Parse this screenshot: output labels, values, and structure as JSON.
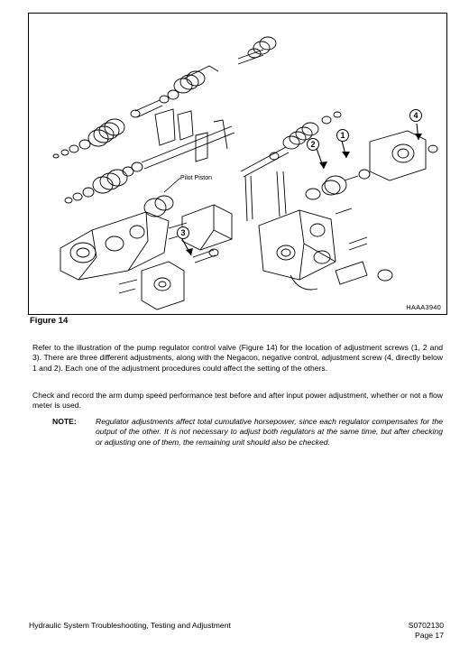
{
  "figure": {
    "code": "HAAA3940",
    "pilot_piston_label": "Pilot Piston",
    "callouts": [
      "1",
      "2",
      "3",
      "4"
    ],
    "caption": "Figure 14"
  },
  "body": {
    "paragraph_1": "Refer to the illustration of the pump regulator control valve (Figure 14) for the location of adjustment screws (1, 2 and 3). There are three different adjustments, along with the Negacon, negative control, adjustment screw (4, directly below 1 and 2). Each one of the adjustment procedures could affect the setting of the others.",
    "paragraph_2": "Check and record the arm dump speed performance test before and after input power adjustment, whether or not a flow meter is used.",
    "note_label": "NOTE:",
    "note_text": "Regulator adjustments affect total cumulative horsepower, since each regulator compensates for the output of the other. It is not necessary to adjust both regulators at the same time, but after checking or adjusting one of them, the remaining unit should also be checked."
  },
  "footer": {
    "title_line": "Hydraulic System Troubleshooting, Testing and Adjustment",
    "doc_number": "S0702130",
    "page": "Page 17"
  }
}
